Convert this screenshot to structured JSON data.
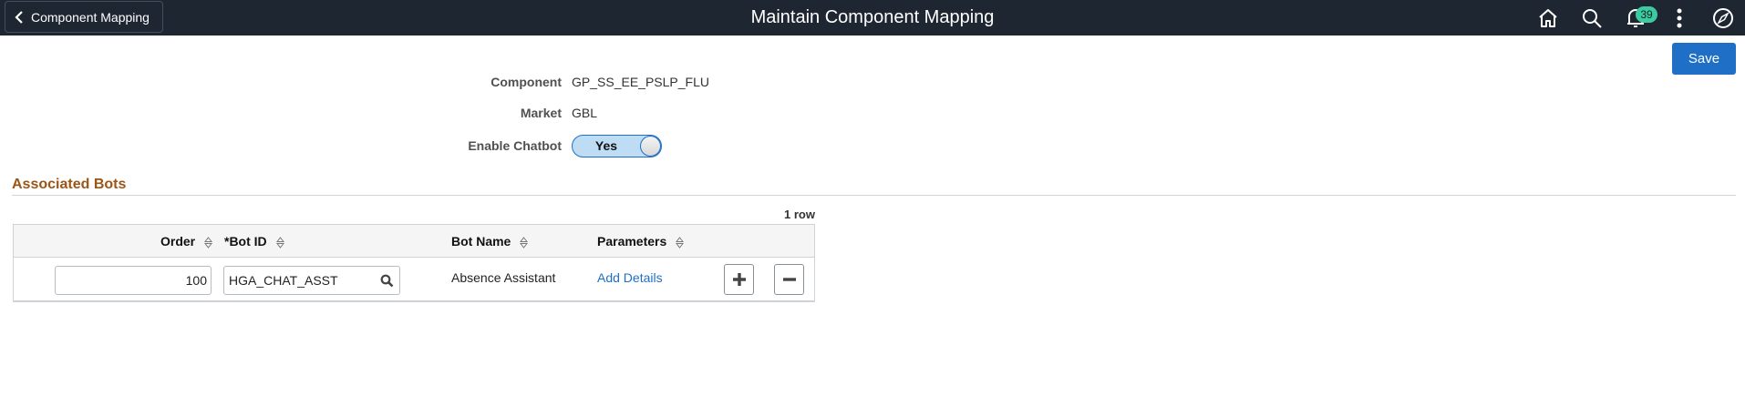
{
  "banner": {
    "back_label": "Component Mapping",
    "title": "Maintain Component Mapping",
    "notification_count": "39",
    "icons": [
      "home-icon",
      "search-icon",
      "notifications-icon",
      "actions-menu-icon",
      "navbar-compass-icon"
    ]
  },
  "toolbar": {
    "save_label": "Save"
  },
  "form": {
    "component_label": "Component",
    "component_value": "GP_SS_EE_PSLP_FLU",
    "market_label": "Market",
    "market_value": "GBL",
    "enable_chatbot_label": "Enable Chatbot",
    "enable_chatbot_value": "Yes"
  },
  "associated_bots": {
    "title": "Associated Bots",
    "row_count": "1 row",
    "columns": [
      "Order",
      "*Bot ID",
      "Bot Name",
      "Parameters"
    ],
    "rows": [
      {
        "order": "100",
        "bot_id": "HGA_CHAT_ASST",
        "bot_name": "Absence Assistant",
        "parameters_link": "Add Details"
      }
    ]
  },
  "colors": {
    "banner_bg": "#1e2632",
    "primary": "#1f6fc7",
    "section_title": "#9c5516",
    "badge": "#3ccba0"
  }
}
